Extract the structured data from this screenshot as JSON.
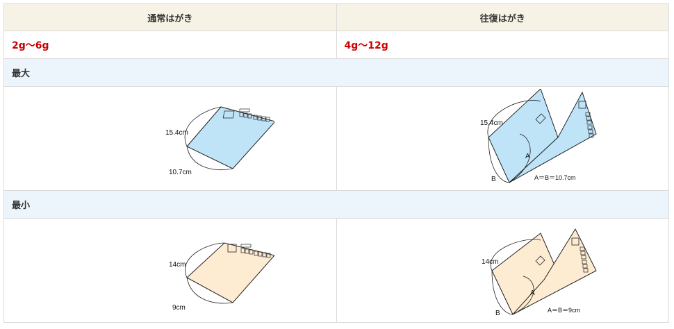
{
  "headers": {
    "normal": "通常はがき",
    "return": "往復はがき"
  },
  "weights": {
    "normal": "2g～6g",
    "return": "4g～12g"
  },
  "sections": {
    "max": "最大",
    "min": "最小"
  },
  "max": {
    "normal": {
      "length": "15.4cm",
      "width": "10.7cm"
    },
    "return": {
      "length": "15.4cm",
      "a": "A",
      "b": "B",
      "eq": "A＝B＝10.7cm"
    }
  },
  "min": {
    "normal": {
      "length": "14cm",
      "width": "9cm"
    },
    "return": {
      "length": "14cm",
      "a": "A",
      "b": "B",
      "eq": "A＝B＝9cm"
    }
  },
  "colors": {
    "max_fill": "#bfe4f7",
    "min_fill": "#fdebd2",
    "header_bg": "#f6f3e6",
    "section_bg": "#edf5fc",
    "weight_text": "#cc0000"
  }
}
